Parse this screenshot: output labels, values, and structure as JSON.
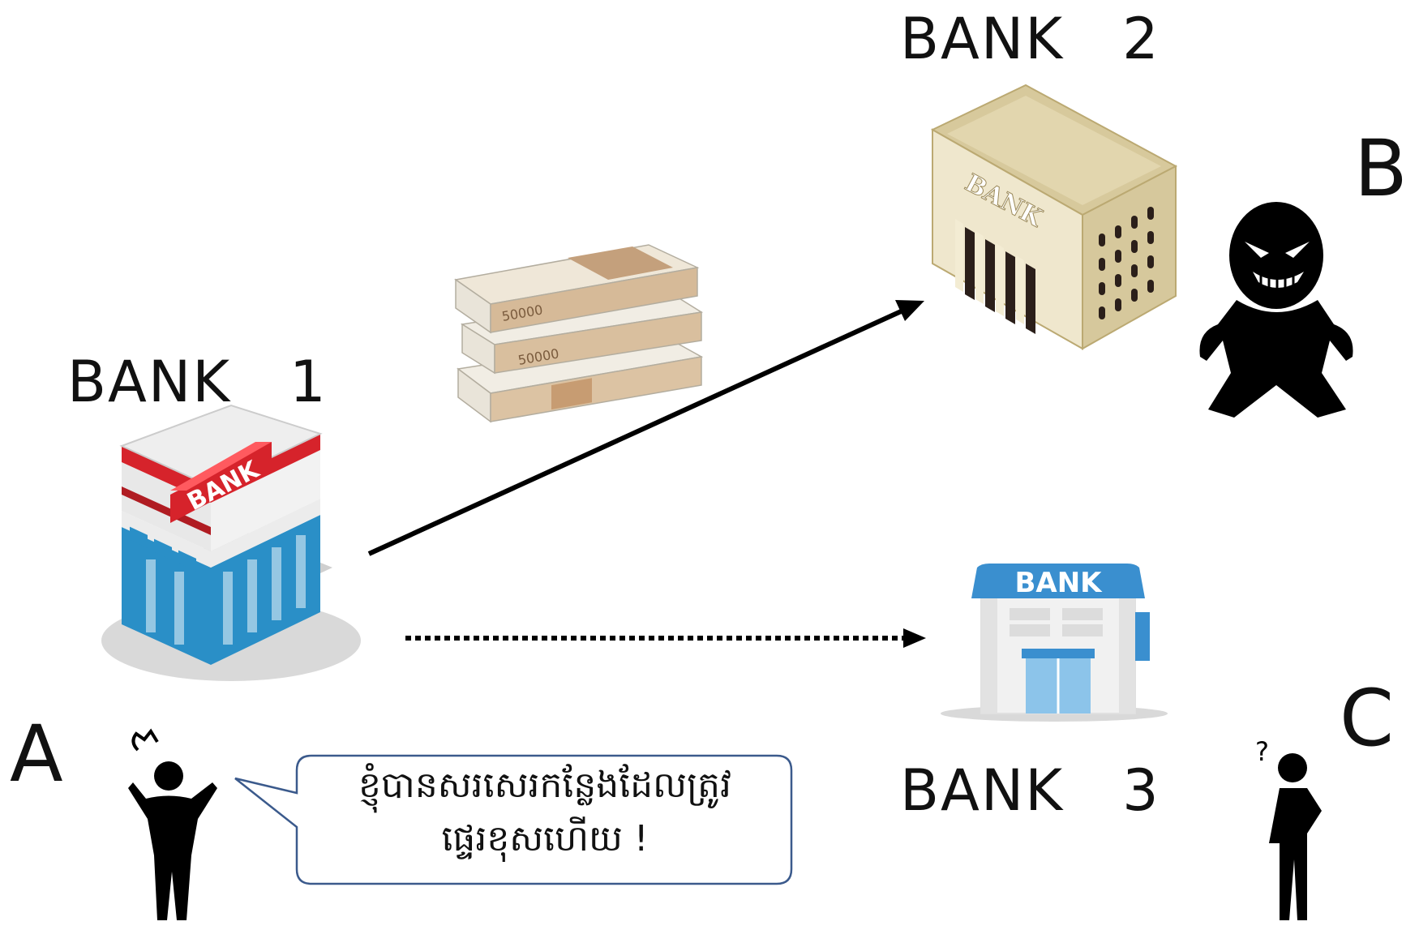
{
  "banks": [
    {
      "id": "bank1",
      "label": "BANK　1",
      "sign": "BANK"
    },
    {
      "id": "bank2",
      "label": "BANK　2",
      "sign": "BANK"
    },
    {
      "id": "bank3",
      "label": "BANK　3",
      "sign": "BANK"
    }
  ],
  "people": {
    "a": "A",
    "b": "B",
    "c": "C"
  },
  "speech_bubble": {
    "line1": "ខ្ញុំបានសរសេរកន្លែងដែលត្រូវ",
    "line2": "ផ្ទេរខុសហើយ !"
  },
  "person_c_mark": "?",
  "banknote_denomination": "50000",
  "arrows": {
    "bank1_to_bank2": "solid",
    "bank1_to_bank3": "dotted"
  },
  "colors": {
    "bank1_red": "#d6232b",
    "bank1_blue": "#2a8fc7",
    "bank2_beige": "#dccfa3",
    "bank3_blue": "#3a8fcf",
    "bubble_border": "#3b5a8c",
    "money_tan": "#c4a07c",
    "silhouette": "#000000"
  }
}
